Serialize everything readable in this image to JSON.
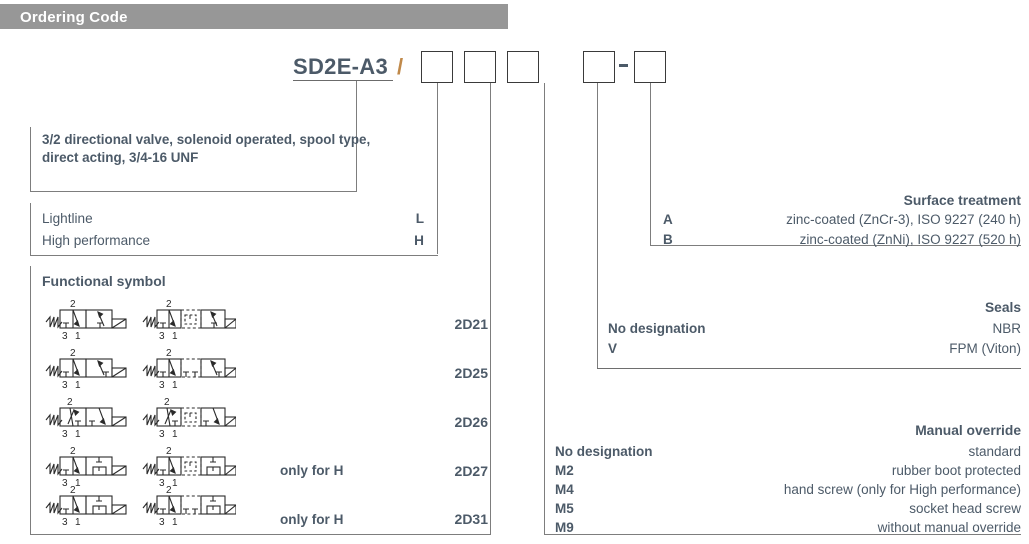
{
  "header": {
    "title": "Ordering Code"
  },
  "order_code": {
    "base": "SD2E-A3",
    "separator": "/",
    "dash": "-",
    "boxes": [
      "",
      "",
      "",
      "",
      ""
    ]
  },
  "description": {
    "text": "3/2 directional valve, solenoid operated, spool type, direct acting, 3/4-16 UNF"
  },
  "performance": {
    "rows": [
      {
        "label": "Lightline",
        "code": "L"
      },
      {
        "label": "High performance",
        "code": "H"
      }
    ]
  },
  "functional_symbol": {
    "title": "Functional symbol",
    "rows": [
      {
        "note": "",
        "code": "2D21"
      },
      {
        "note": "",
        "code": "2D25"
      },
      {
        "note": "",
        "code": "2D26"
      },
      {
        "note": "only for H",
        "code": "2D27"
      },
      {
        "note": "only for H",
        "code": "2D31"
      }
    ],
    "port_labels": [
      "2",
      "3",
      "1"
    ]
  },
  "surface_treatment": {
    "title": "Surface treatment",
    "rows": [
      {
        "code": "A",
        "text": "zinc-coated (ZnCr-3), ISO 9227 (240 h)"
      },
      {
        "code": "B",
        "text": "zinc-coated (ZnNi), ISO 9227 (520 h)"
      }
    ]
  },
  "seals": {
    "title": "Seals",
    "rows": [
      {
        "code": "No designation",
        "text": "NBR"
      },
      {
        "code": "V",
        "text": "FPM (Viton)"
      }
    ]
  },
  "manual_override": {
    "title": "Manual override",
    "rows": [
      {
        "code": "No designation",
        "text": "standard"
      },
      {
        "code": "M2",
        "text": "rubber boot protected"
      },
      {
        "code": "M4",
        "text": "hand screw (only for High performance)"
      },
      {
        "code": "M5",
        "text": "socket head screw"
      },
      {
        "code": "M9",
        "text": "without manual override"
      }
    ]
  },
  "colors": {
    "header_bg": "#979797",
    "header_text": "#ffffff",
    "text": "#4c5a68",
    "accent": "#c0894a",
    "line": "#7d7d7d"
  }
}
